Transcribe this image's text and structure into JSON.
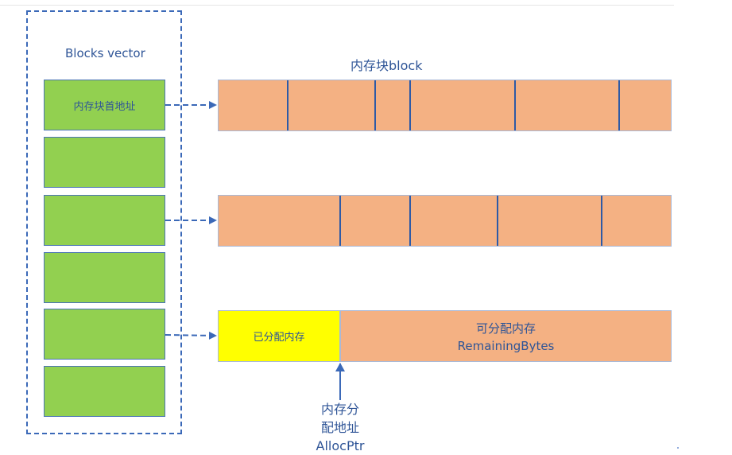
{
  "diagram": {
    "vector_title": "Blocks vector",
    "block_title": "内存块block",
    "slots": [
      "内存块首地址",
      "",
      "",
      "",
      "",
      ""
    ],
    "allocated_label": "已分配内存",
    "remaining_label_cn": "可分配内存",
    "remaining_label_en": "RemainingBytes",
    "alloc_ptr_lines": [
      "内存分",
      "配地址",
      "AllocPtr"
    ]
  },
  "colors": {
    "slot_fill": "#92d050",
    "block_fill": "#f4b183",
    "allocated_fill": "#ffff00",
    "line_blue": "#3b69b8",
    "text_blue": "#2f5597"
  }
}
